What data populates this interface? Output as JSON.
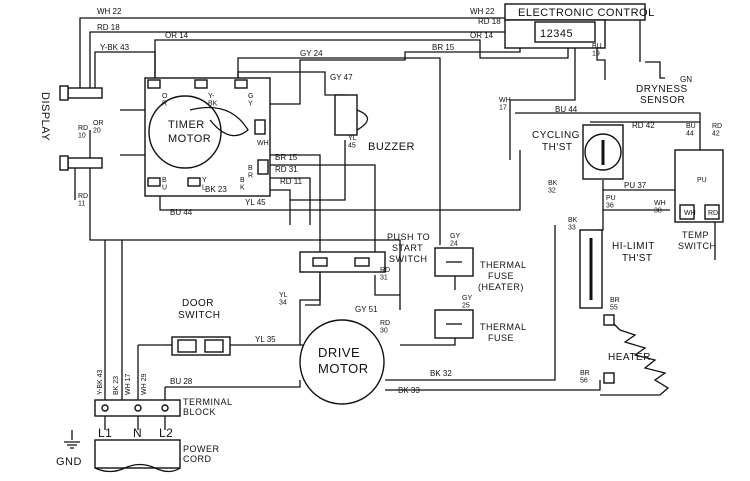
{
  "components": {
    "electronic_control": "ELECTRONIC CONTROL",
    "control_terminals": "12345",
    "display": "DISPLAY",
    "timer_motor_line1": "TIMER",
    "timer_motor_line2": "MOTOR",
    "buzzer": "BUZZER",
    "dryness_sensor_line1": "DRYNESS",
    "dryness_sensor_line2": "SENSOR",
    "cycling_thst_line1": "CYCLING",
    "cycling_thst_line2": "TH'ST",
    "temp_switch_line1": "TEMP",
    "temp_switch_line2": "SWITCH",
    "push_to_start_line1": "PUSH TO",
    "push_to_start_line2": "START",
    "push_to_start_line3": "SWITCH",
    "thermal_fuse_heater_line1": "THERMAL",
    "thermal_fuse_heater_line2": "FUSE",
    "thermal_fuse_heater_line3": "(HEATER)",
    "thermal_fuse_line1": "THERMAL",
    "thermal_fuse_line2": "FUSE",
    "hi_limit_line1": "HI-LIMIT",
    "hi_limit_line2": "TH'ST",
    "door_switch_line1": "DOOR",
    "door_switch_line2": "SWITCH",
    "drive_motor_line1": "DRIVE",
    "drive_motor_line2": "MOTOR",
    "heater": "HEATER",
    "terminal_block_line1": "TERMINAL",
    "terminal_block_line2": "BLOCK",
    "power_cord_line1": "POWER",
    "power_cord_line2": "CORD",
    "gnd": "GND",
    "l1": "L1",
    "n": "N",
    "l2": "L2",
    "gn": "GN"
  },
  "timer_terminals": {
    "or": "O\nR",
    "y": "Y-\nBK",
    "gy_left": "G\nY",
    "gy_right": "B\nR",
    "wh": "WH",
    "bu": "B\nU",
    "y2": "Y\nL",
    "bk": "B\nK"
  },
  "wire_labels": {
    "wh22_top": "WH 22",
    "wh22_ec": "WH 22",
    "rd18_left": "RD 18",
    "rd18_ec": "RD 18",
    "ybk43_top": "Y-BK 43",
    "or14_top": "OR 14",
    "or14_ec": "OR 14",
    "gy24_top": "GY 24",
    "br15_ec": "BR 15",
    "bu19": "BU\n19",
    "gy47": "GY 47",
    "yl45_buzzer": "YL\n45",
    "wh17_right": "WH\n17",
    "bu44_top": "BU 44",
    "rd42_top": "RD 42",
    "bu44_right": "BU\n44",
    "rd42_right": "RD\n42",
    "rd10": "RD\n10",
    "or20": "OR\n20",
    "rd11": "RD\n11",
    "br15_timer": "BR 15",
    "rd31_timer": "RD 31",
    "rd11_timer": "RD 11",
    "bk23_timer": "BK 23",
    "yl45_timer": "YL 45",
    "bu44_timer": "BU 44",
    "bk32_cyc": "BK\n32",
    "pu36": "PU\n36",
    "pu37": "PU 37",
    "wh38": "WH\n38",
    "pu": "PU",
    "wh_ts": "WH",
    "rd_ts": "RD",
    "rd31_push": "RD\n31",
    "gy24_right": "GY\n24",
    "gy25": "GY\n25",
    "bk33": "BK\n33",
    "br55": "BR\n55",
    "br56": "BR\n56",
    "yl34": "YL\n34",
    "gy51": "GY 51",
    "rd30": "RD\n30",
    "yl35": "YL 35",
    "bk32_motor": "BK 32",
    "bk33_motor": "BK 33",
    "bu28": "BU 28",
    "ybk43_v": "Y-BK 43",
    "bk23_v": "BK 23",
    "wh17_v": "WH 17",
    "wh29_v": "WH 29"
  }
}
